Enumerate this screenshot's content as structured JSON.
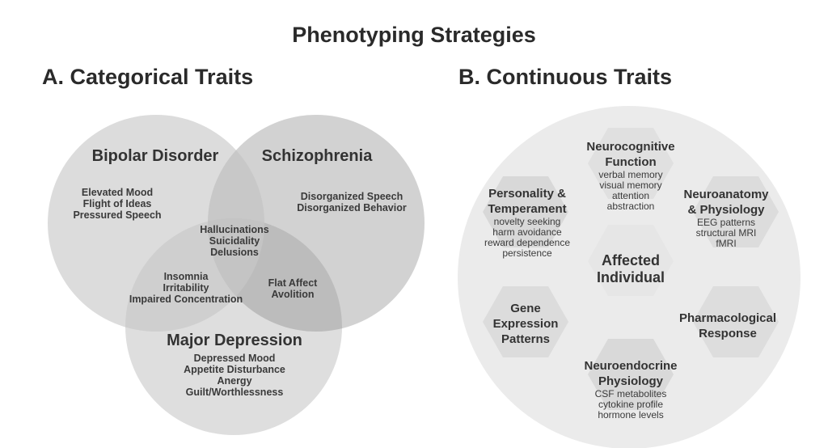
{
  "title": "Phenotyping Strategies",
  "panel_a": {
    "heading": "A. Categorical Traits",
    "sets": {
      "bipolar": {
        "label": "Bipolar Disorder",
        "traits": [
          "Elevated Mood",
          "Flight of Ideas",
          "Pressured Speech"
        ]
      },
      "schizophrenia": {
        "label": "Schizophrenia",
        "traits": [
          "Disorganized Speech",
          "Disorganized Behavior"
        ]
      },
      "depression": {
        "label": "Major Depression",
        "traits": [
          "Depressed Mood",
          "Appetite Disturbance",
          "Anergy",
          "Guilt/Worthlessness"
        ]
      }
    },
    "overlaps": {
      "all_three": [
        "Hallucinations",
        "Suicidality",
        "Delusions"
      ],
      "bipolar_depression": [
        "Insomnia",
        "Irritability",
        "Impaired Concentration"
      ],
      "schizophrenia_depression": [
        "Flat Affect",
        "Avolition"
      ]
    }
  },
  "panel_b": {
    "heading": "B. Continuous Traits",
    "center": {
      "line1": "Affected",
      "line2": "Individual"
    },
    "hexes": {
      "neurocognitive": {
        "title": [
          "Neurocognitive",
          "Function"
        ],
        "items": [
          "verbal memory",
          "visual memory",
          "attention",
          "abstraction"
        ]
      },
      "personality": {
        "title": [
          "Personality &",
          "Temperament"
        ],
        "items": [
          "novelty seeking",
          "harm avoidance",
          "reward dependence",
          "persistence"
        ]
      },
      "neuroanatomy": {
        "title": [
          "Neuroanatomy",
          "& Physiology"
        ],
        "items": [
          "EEG patterns",
          "structural MRI",
          "fMRI"
        ]
      },
      "gene": {
        "title": [
          "Gene",
          "Expression",
          "Patterns"
        ],
        "items": []
      },
      "pharmacological": {
        "title": [
          "Pharmacological",
          "Response"
        ],
        "items": []
      },
      "neuroendocrine": {
        "title": [
          "Neuroendocrine",
          "Physiology"
        ],
        "items": [
          "CSF metabolites",
          "cytokine profile",
          "hormone levels"
        ]
      }
    }
  },
  "colors": {
    "circle_fill": "#dddddd",
    "overlap_fill": "#bdbdbd",
    "big_circle": "#ebebeb",
    "hex_fill": "#e0e0e0",
    "hex_dark": "#d4d4d4"
  }
}
